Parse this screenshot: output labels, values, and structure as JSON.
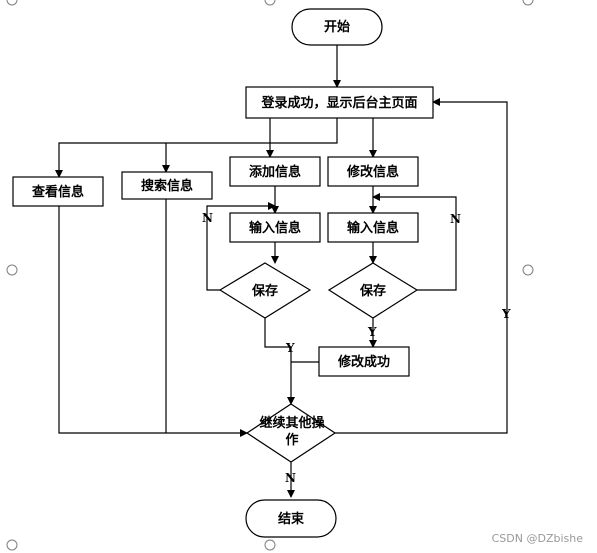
{
  "nodes": {
    "start": "开始",
    "login": "登录成功，显示后台主页面",
    "view": "查看信息",
    "search": "搜索信息",
    "add": "添加信息",
    "modify": "修改信息",
    "input_add": "输入信息",
    "input_modify": "输入信息",
    "save_add": "保存",
    "save_modify": "保存",
    "modify_success": "修改成功",
    "continue_line1": "继续其他操",
    "continue_line2": "作",
    "end": "结束"
  },
  "edge_labels": {
    "save_add_no": "N",
    "save_add_yes": "Y",
    "save_modify_no": "N",
    "save_modify_yes": "Y",
    "continue_yes": "Y",
    "continue_no": "N"
  },
  "watermark": "CSDN @DZbishe"
}
